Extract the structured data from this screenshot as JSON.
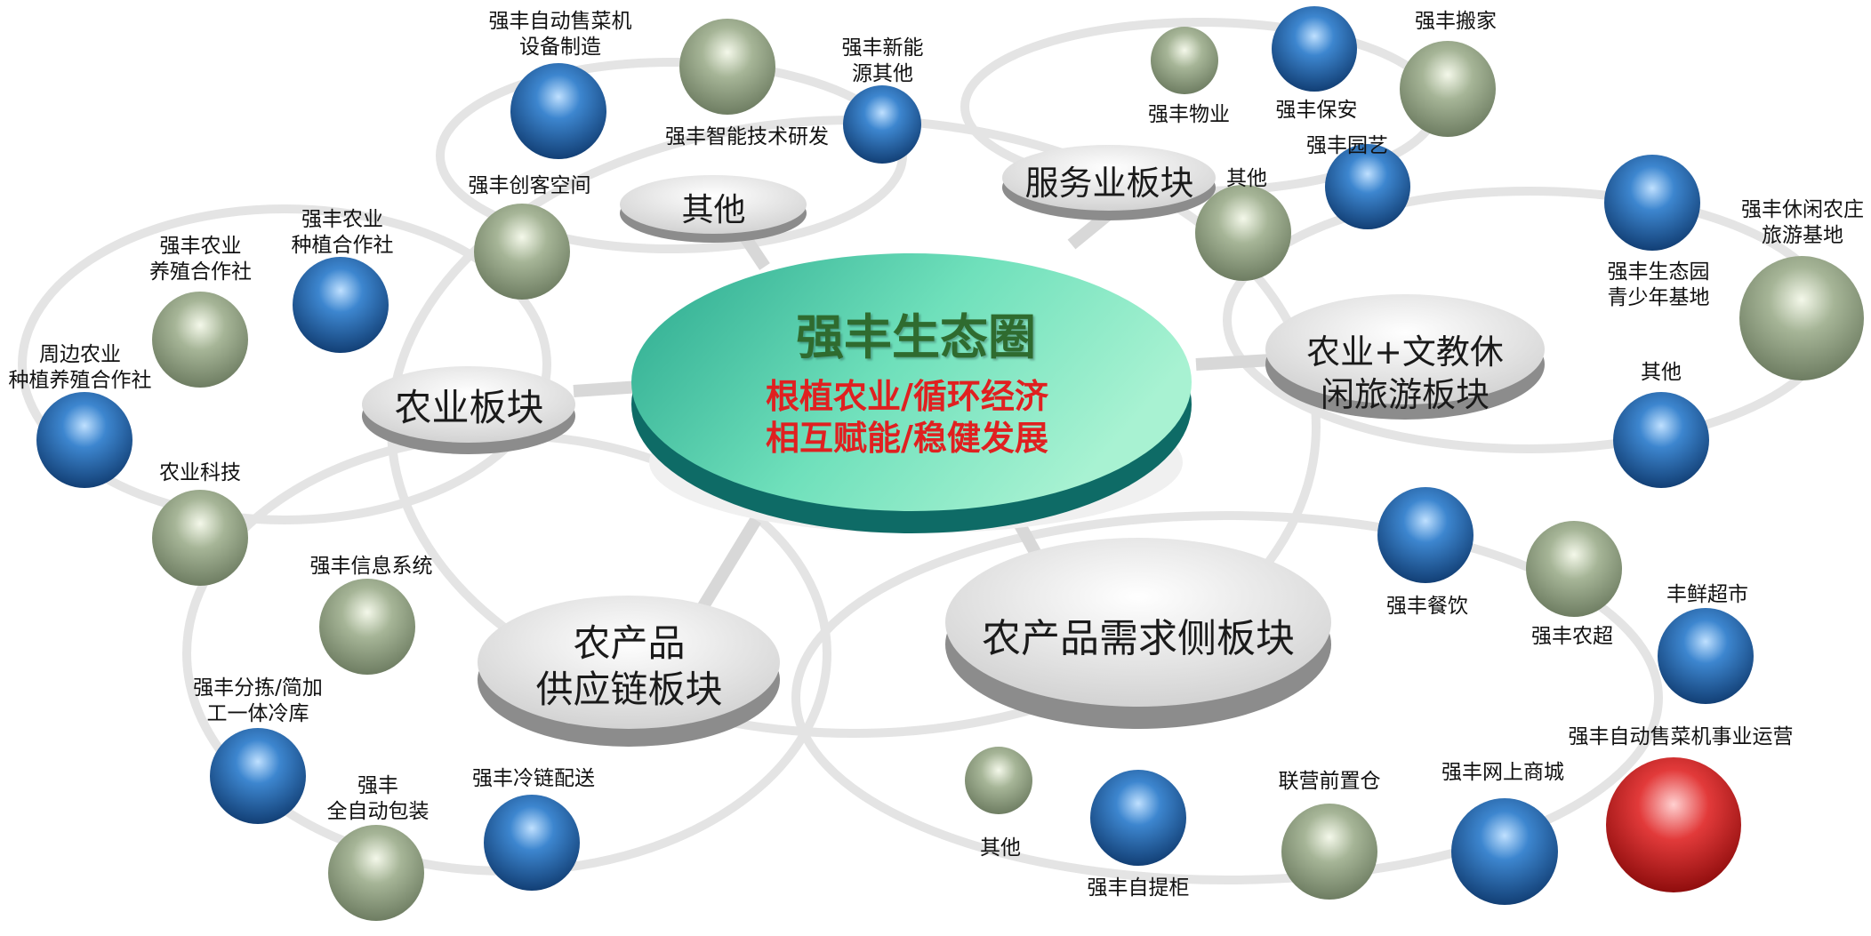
{
  "center": {
    "title": "强丰生态圈",
    "line1": "根植农业/循环经济",
    "line2": "相互赋能/稳健发展"
  },
  "sectors": {
    "agriculture": "农业板块",
    "other": "其他",
    "service": "服务业板块",
    "tourism_line1": "农业+文教休",
    "tourism_line2": "闲旅游板块",
    "supply_line1": "农产品",
    "supply_line2": "供应链板块",
    "demand": "农产品需求侧板块"
  },
  "nodes": {
    "vending_mfg": "强丰自动售菜机\n设备制造",
    "smart_tech": "强丰智能技术研发",
    "new_energy": "强丰新能\n源其他",
    "maker_space": "强丰创客空间",
    "property": "强丰物业",
    "security": "强丰保安",
    "moving": "强丰搬家",
    "gardening": "强丰园艺",
    "service_other": "其他",
    "eco_park": "强丰生态园\n青少年基地",
    "leisure_farm": "强丰休闲农庄\n旅游基地",
    "tourism_other": "其他",
    "farm_breeding": "强丰农业\n养殖合作社",
    "farm_planting": "强丰农业\n种植合作社",
    "nearby_coop": "周边农业\n种植养殖合作社",
    "agri_tech": "农业科技",
    "info_system": "强丰信息系统",
    "sorting": "强丰分拣/简加\n工一体冷库",
    "auto_pack": "强丰\n全自动包装",
    "cold_chain": "强丰冷链配送",
    "catering": "强丰餐饮",
    "farm_market": "强丰农超",
    "fresh_market": "丰鲜超市",
    "vending_ops": "强丰自动售菜机事业运营",
    "online_mall": "强丰网上商城",
    "warehouse": "联营前置仓",
    "pickup_cabinet": "强丰自提柜",
    "demand_other": "其他"
  },
  "colors": {
    "center_top": "#3fb8a0",
    "center_side": "#0e6b66",
    "center_title": "#2f6b2f",
    "center_slogan": "#e02020",
    "blue_sphere": "#2a6db5",
    "green_sphere": "#98a88a",
    "red_sphere": "#d92a2a",
    "ring": "#e6e6e6"
  }
}
